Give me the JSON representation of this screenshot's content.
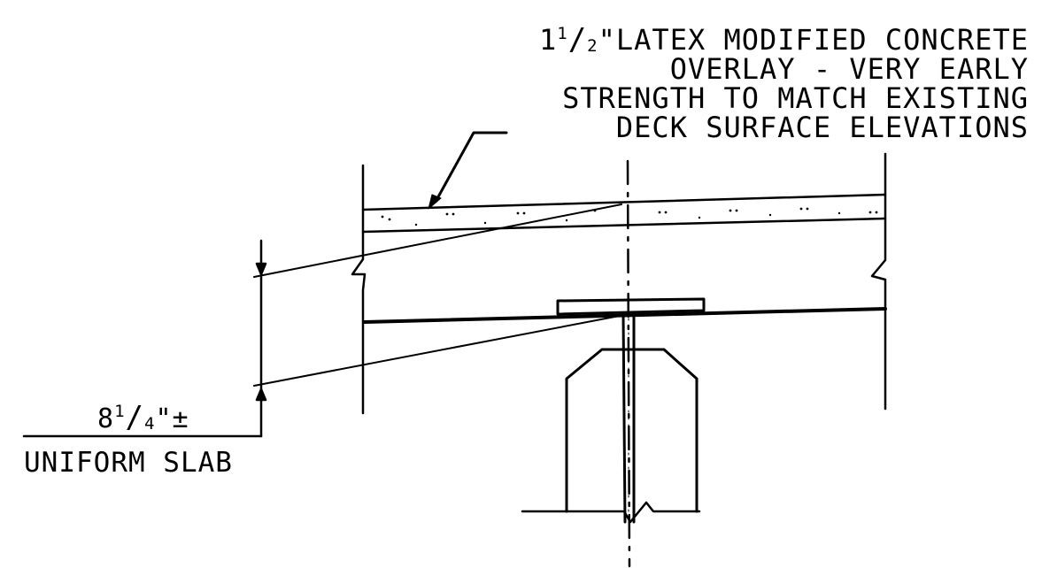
{
  "overlay_note": {
    "line1_whole": "1",
    "line1_num": "1",
    "line1_den": "2",
    "line1_text": "\"LATEX MODIFIED CONCRETE",
    "line2": "OVERLAY - VERY EARLY",
    "line3": "STRENGTH TO MATCH EXISTING",
    "line4": "DECK SURFACE ELEVATIONS"
  },
  "slab_note": {
    "whole": "8",
    "num": "1",
    "den": "4",
    "suffix": "\"±",
    "caption": "UNIFORM SLAB"
  }
}
